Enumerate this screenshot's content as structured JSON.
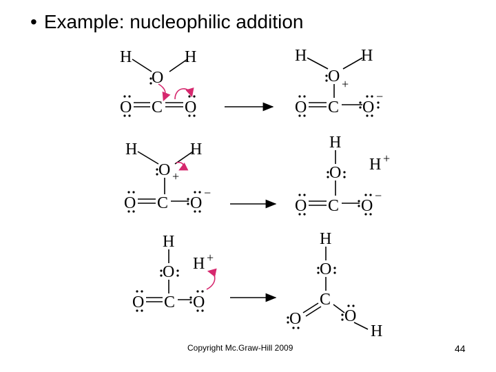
{
  "slide": {
    "bullet": "•",
    "title": "Example: nucleophilic addition",
    "copyright": "Copyright Mc.Graw-Hill 2009",
    "page_number": "44"
  },
  "chem": {
    "H": "H",
    "O": "O",
    "C": "C",
    "plus": "+",
    "minus": "−",
    "h_plus": "H"
  },
  "colors": {
    "text": "#000000",
    "curved_arrow": "#d6286e",
    "background": "#ffffff"
  }
}
